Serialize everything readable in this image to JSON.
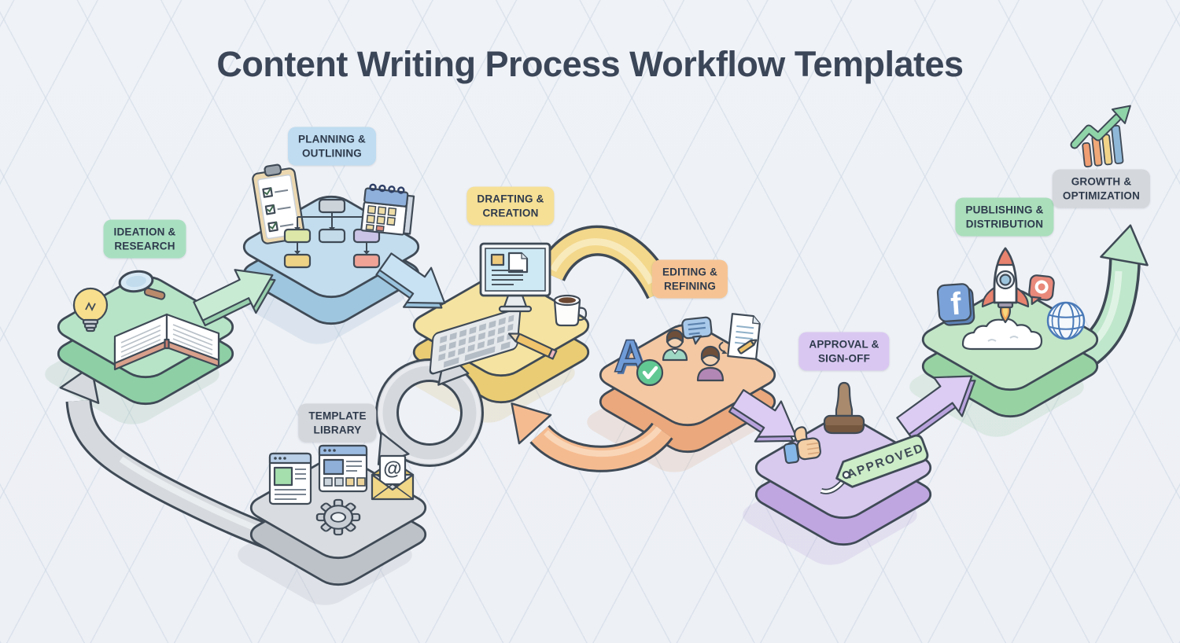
{
  "title": "Content Writing Process Workflow Templates",
  "stages": [
    {
      "name": "ideation",
      "label": "IDEATION &\nRESEARCH",
      "badge_color": "#a9dfc1",
      "platform_top": "#b7e4c7",
      "platform_side": "#8ecfa6",
      "icons": [
        "lightbulb-icon",
        "magnifying-glass-icon",
        "open-book-icon"
      ]
    },
    {
      "name": "planning",
      "label": "PLANNING &\nOUTLINING",
      "badge_color": "#bfdcf0",
      "platform_top": "#c3ddee",
      "platform_side": "#9ec6de",
      "icons": [
        "clipboard-checklist-icon",
        "flowchart-icon",
        "calendar-icon"
      ]
    },
    {
      "name": "drafting",
      "label": "DRAFTING &\nCREATION",
      "badge_color": "#f6e096",
      "platform_top": "#f5e3a1",
      "platform_side": "#e9cc74",
      "icons": [
        "monitor-document-icon",
        "keyboard-icon",
        "coffee-mug-icon",
        "pencil-icon"
      ]
    },
    {
      "name": "editing",
      "label": "EDITING &\nREFINING",
      "badge_color": "#f6c494",
      "platform_top": "#f4c8a3",
      "platform_side": "#eaa87c",
      "icons": [
        "letter-a-icon",
        "check-circle-icon",
        "editor-person-icon",
        "chat-bubble-icon",
        "writer-person-icon",
        "document-pencil-icon"
      ]
    },
    {
      "name": "approval",
      "label": "APPROVAL &\nSIGN-OFF",
      "badge_color": "#d9c7f1",
      "platform_top": "#d8c9ee",
      "platform_side": "#bfa6e0",
      "icons": [
        "thumbs-up-icon",
        "stamp-icon",
        "approved-tag-icon"
      ]
    },
    {
      "name": "publishing",
      "label": "PUBLISHING &\nDISTRIBUTION",
      "badge_color": "#abdfbc",
      "platform_top": "#c2e6c6",
      "platform_side": "#97d2a3",
      "icons": [
        "facebook-icon",
        "rocket-launch-icon",
        "photo-chat-icon",
        "globe-icon",
        "cloud-icon"
      ]
    },
    {
      "name": "growth",
      "label": "GROWTH &\nOPTIMIZATION",
      "badge_color": "#d4d7db",
      "icons": [
        "growth-chart-icon"
      ]
    },
    {
      "name": "template_library",
      "label": "TEMPLATE\nLIBRARY",
      "badge_color": "#d4d7db",
      "platform_top": "#d9dce0",
      "platform_side": "#bdc2c8",
      "icons": [
        "webpage-icon",
        "webpage-blocks-icon",
        "gear-icon",
        "email-at-icon"
      ]
    }
  ],
  "glyphs": {
    "approved_tag": "APPROVED",
    "letter_a": "A",
    "facebook_f": "f",
    "email_at": "@"
  },
  "arrows": [
    {
      "name": "ideation-to-planning",
      "color": "#c8ebd4"
    },
    {
      "name": "planning-to-drafting",
      "color": "#c8e2f4"
    },
    {
      "name": "drafting-to-editing-arc",
      "color": "#f3d78b"
    },
    {
      "name": "editing-feedback-to-drafting",
      "color": "#f5bb90"
    },
    {
      "name": "editing-to-approval",
      "color": "#dccbf2"
    },
    {
      "name": "approval-to-publishing",
      "color": "#dccbf2"
    },
    {
      "name": "publishing-growth-swoosh",
      "color": "#bfe7cb"
    },
    {
      "name": "drafting-template-cycle",
      "color": "#d5d9de"
    },
    {
      "name": "template-to-ideation",
      "color": "#d6dade"
    }
  ],
  "colors": {
    "title_text": "#3b4658",
    "badge_text": "#2e3a4c",
    "outline": "#3f4a56",
    "background": "#eef1f6",
    "grid_line": "#dfe5ec"
  }
}
